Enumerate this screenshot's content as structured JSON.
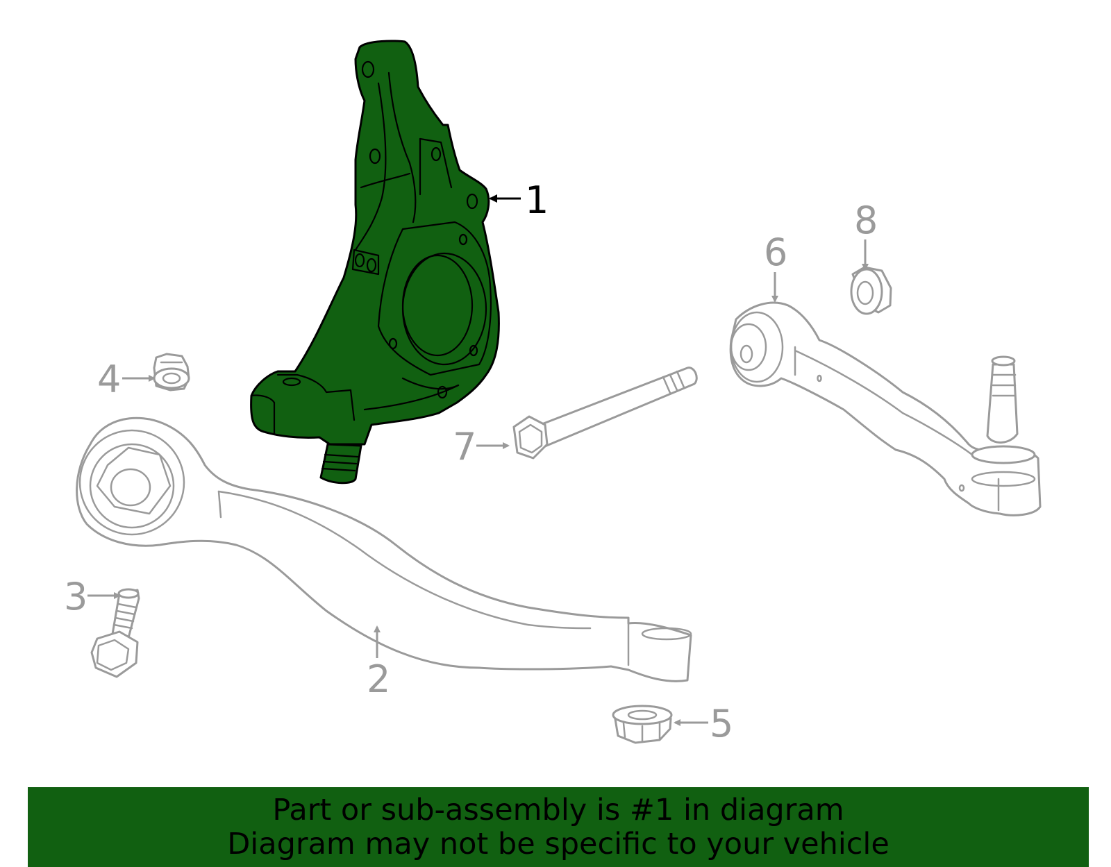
{
  "colors": {
    "highlight": "#116011",
    "part_line": "#9a9a9a",
    "highlight_callout": "#000000",
    "banner_text": "#000000"
  },
  "callouts": [
    {
      "id": "1",
      "label": "1",
      "highlighted": true
    },
    {
      "id": "2",
      "label": "2",
      "highlighted": false
    },
    {
      "id": "3",
      "label": "3",
      "highlighted": false
    },
    {
      "id": "4",
      "label": "4",
      "highlighted": false
    },
    {
      "id": "5",
      "label": "5",
      "highlighted": false
    },
    {
      "id": "6",
      "label": "6",
      "highlighted": false
    },
    {
      "id": "7",
      "label": "7",
      "highlighted": false
    },
    {
      "id": "8",
      "label": "8",
      "highlighted": false
    }
  ],
  "banner": {
    "line1": "Part or sub-assembly is #1 in diagram",
    "line2": "Diagram may not be specific to your vehicle"
  }
}
